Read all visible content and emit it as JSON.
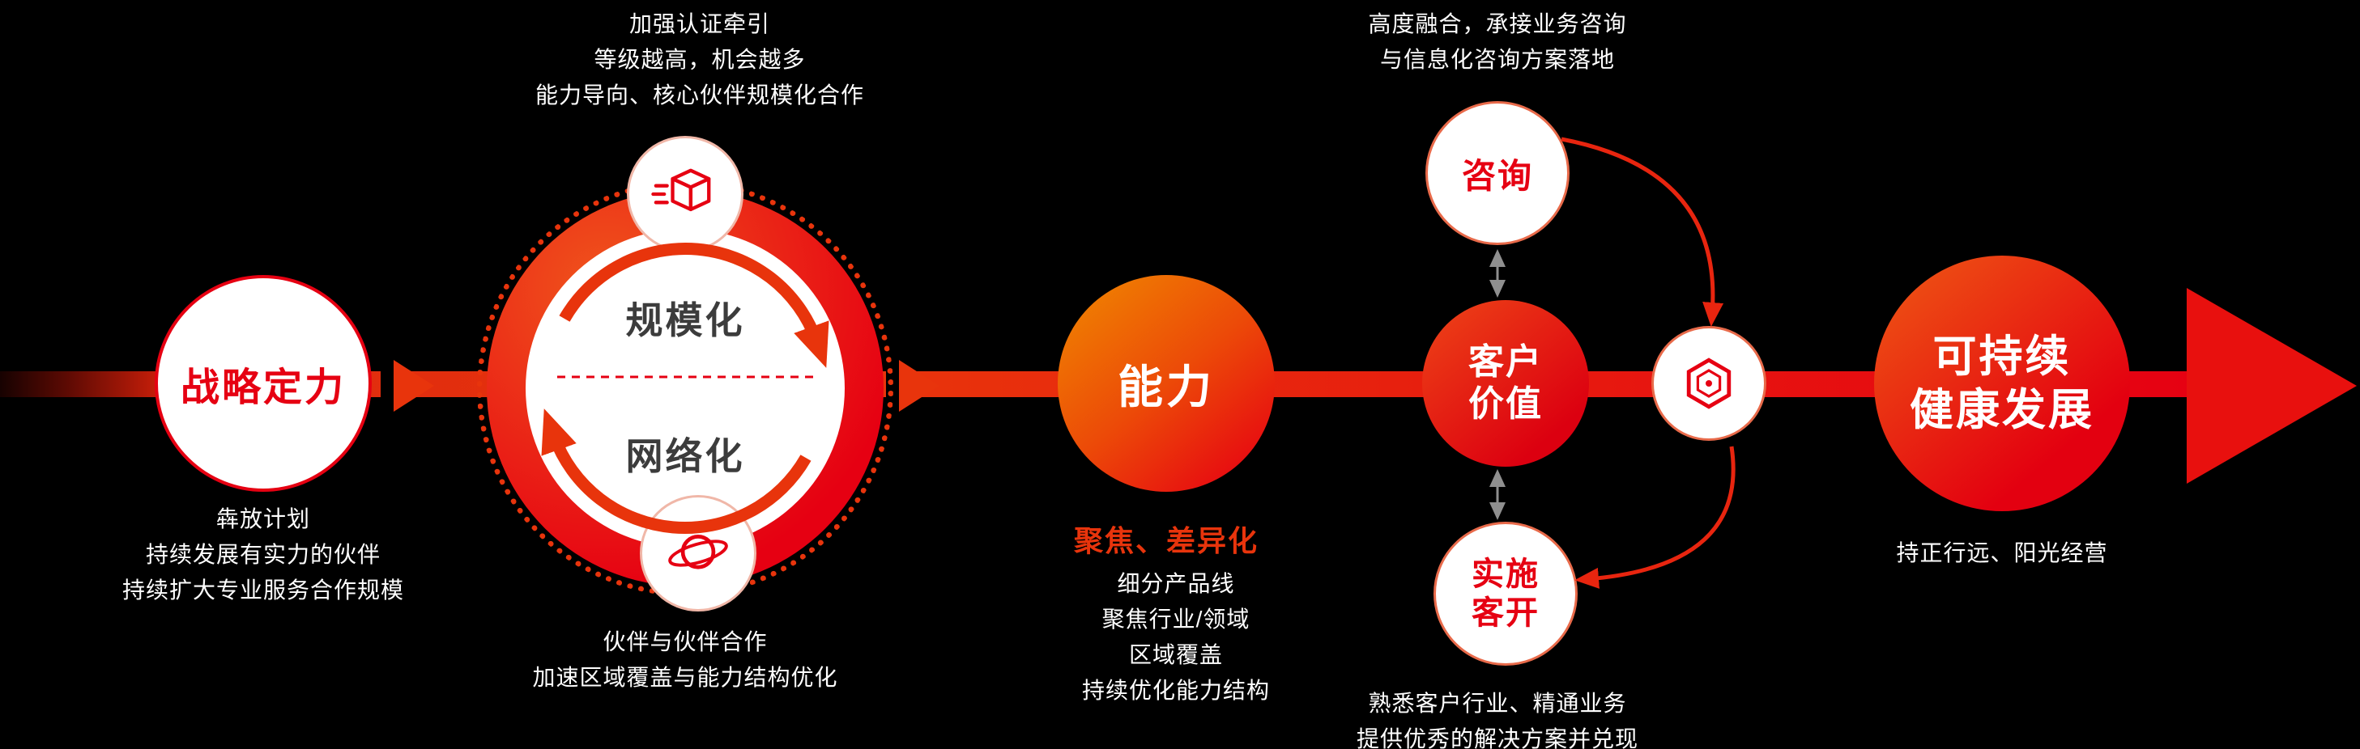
{
  "colors": {
    "accent_red": "#e60012",
    "flow_red": "#e8340c",
    "inner_label_dark": "#3c3c3c",
    "connector_gray": "#8f8f8f",
    "background": "#000000"
  },
  "nodes": {
    "strategy": {
      "title": "战略定力",
      "notes": [
        "犇放计划",
        "持续发展有实力的伙伴",
        "持续扩大专业服务合作规模"
      ]
    },
    "partner": {
      "above": [
        "加强认证牵引",
        "等级越高，机会越多",
        "能力导向、核心伙伴规模化合作"
      ],
      "inner_top": "规模化",
      "inner_bottom": "网络化",
      "below": [
        "伙伴与伙伴合作",
        "加速区域覆盖与能力结构优化"
      ]
    },
    "capability": {
      "title": "能力",
      "subtitle": "聚焦、差异化",
      "notes": [
        "细分产品线",
        "聚焦行业/领域",
        "区域覆盖",
        "持续优化能力结构"
      ]
    },
    "customer": {
      "line1": "客户",
      "line2": "价值",
      "consult": "咨询",
      "implement_line1": "实施",
      "implement_line2": "客开",
      "above": [
        "高度融合，承接业务咨询",
        "与信息化咨询方案落地"
      ],
      "below": [
        "熟悉客户行业、精通业务",
        "提供优秀的解决方案并兑现"
      ]
    },
    "sustain": {
      "line1": "可持续",
      "line2": "健康发展",
      "note": "持正行远、阳光经营"
    }
  },
  "icons": {
    "certification": "cube-icon",
    "network": "planet-icon",
    "logo": "hexagon-logo-icon"
  }
}
